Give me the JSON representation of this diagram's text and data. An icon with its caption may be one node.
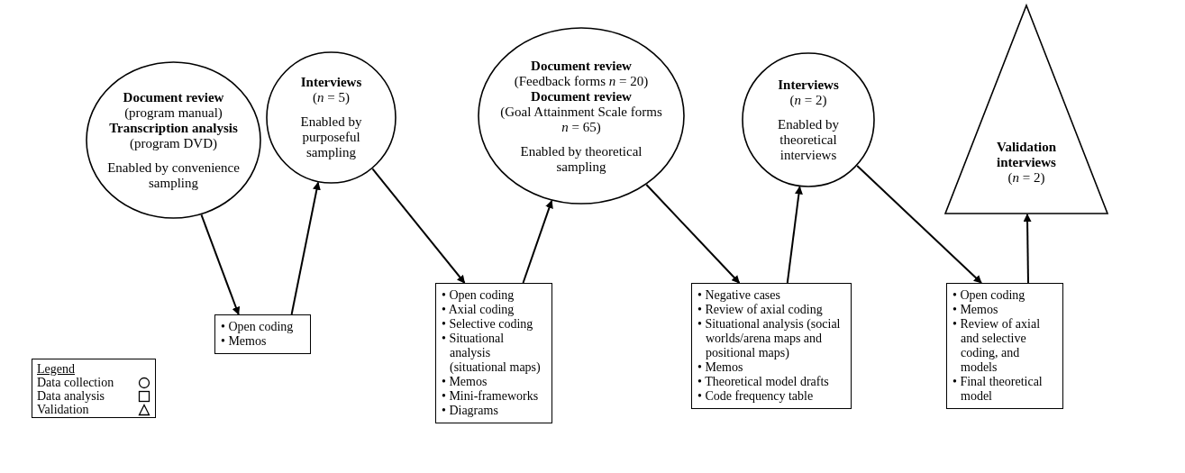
{
  "diagram": {
    "nodes": [
      {
        "text": [
          "**Document review** (program manual) **Transcription analysis** (program DVD)",
          "Enabled by convenience sampling"
        ]
      },
      {
        "text": [
          "**Interviews** (*n* = 5)",
          "Enabled by purposeful sampling"
        ]
      },
      {
        "text": [
          "**Document review** (Feedback forms *n* = 20) **Document review** (Goal Attainment Scale forms *n* = 65)",
          "Enabled by theoretical sampling"
        ]
      },
      {
        "text": [
          "**Interviews** (*n* = 2)",
          "Enabled by theoretical interviews"
        ]
      },
      {
        "text": [
          "**Validation interviews** (*n* = 2)"
        ]
      },
      {
        "text": [
          "• Open coding",
          "• Memos"
        ]
      },
      {
        "text": [
          "• Open coding",
          "• Axial coding",
          "• Selective coding",
          "• Situational analysis (situational maps)",
          "• Memos",
          "• Mini-frameworks",
          "• Diagrams"
        ]
      },
      {
        "text": [
          "• Negative cases",
          "• Review of axial coding",
          "• Situational analysis (social worlds/arena maps and positional maps)",
          "• Memos",
          "• Theoretical model drafts",
          "• Code frequency table"
        ]
      },
      {
        "text": [
          "• Open coding",
          "• Memos",
          "• Review of axial and selective coding, and models",
          "• Final theoretical model"
        ]
      }
    ],
    "edges": [
      {
        "from": 0,
        "to": 5,
        "arrow": "to"
      },
      {
        "from": 5,
        "to": 1,
        "arrow": "to"
      },
      {
        "from": 1,
        "to": 6,
        "arrow": "to"
      },
      {
        "from": 6,
        "to": 2,
        "arrow": "to"
      },
      {
        "from": 2,
        "to": 7,
        "arrow": "to"
      },
      {
        "from": 7,
        "to": 3,
        "arrow": "to"
      },
      {
        "from": 3,
        "to": 8,
        "arrow": "to"
      },
      {
        "from": 8,
        "to": 4,
        "arrow": "to"
      }
    ],
    "labels": [
      "Legend"
    ],
    "legend": [
      {
        "text": "Data collection"
      },
      {
        "text": "Data analysis"
      },
      {
        "text": "Validation"
      }
    ]
  }
}
